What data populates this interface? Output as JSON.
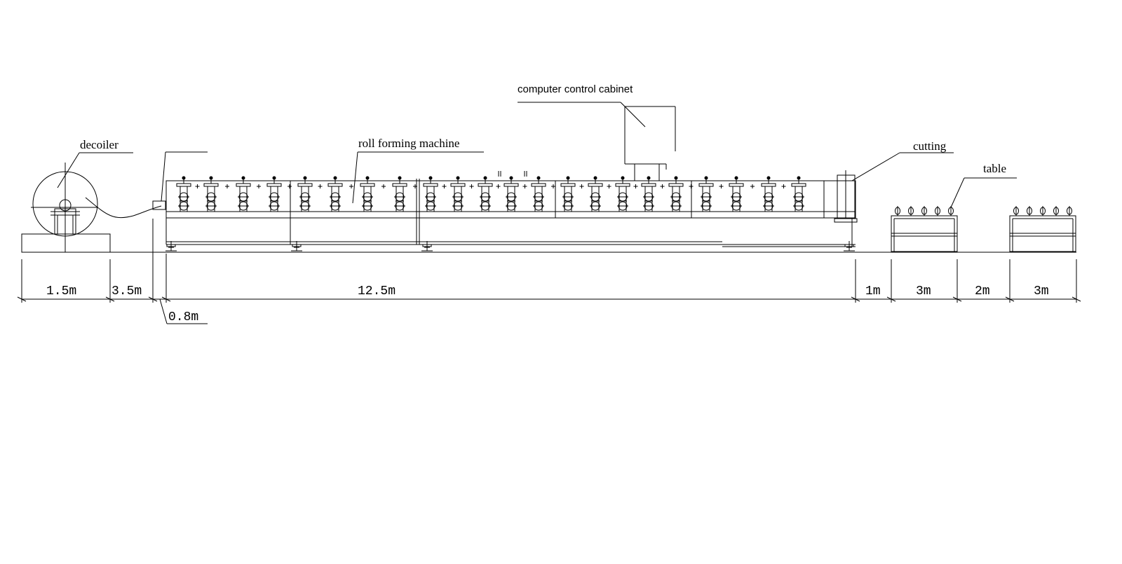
{
  "labels": {
    "decoiler": "decoiler",
    "roll_forming_machine": "roll forming machine",
    "computer_control_cabinet": "computer control cabinet",
    "cutting": "cutting",
    "table": "table"
  },
  "dimensions": {
    "decoiler_length": "1.5m",
    "gap_to_guide": "3.5m",
    "guide_length": "0.8m",
    "machine_length": "12.5m",
    "cutting_gap": "1m",
    "table1_length": "3m",
    "table_gap": "2m",
    "table2_length": "3m"
  }
}
